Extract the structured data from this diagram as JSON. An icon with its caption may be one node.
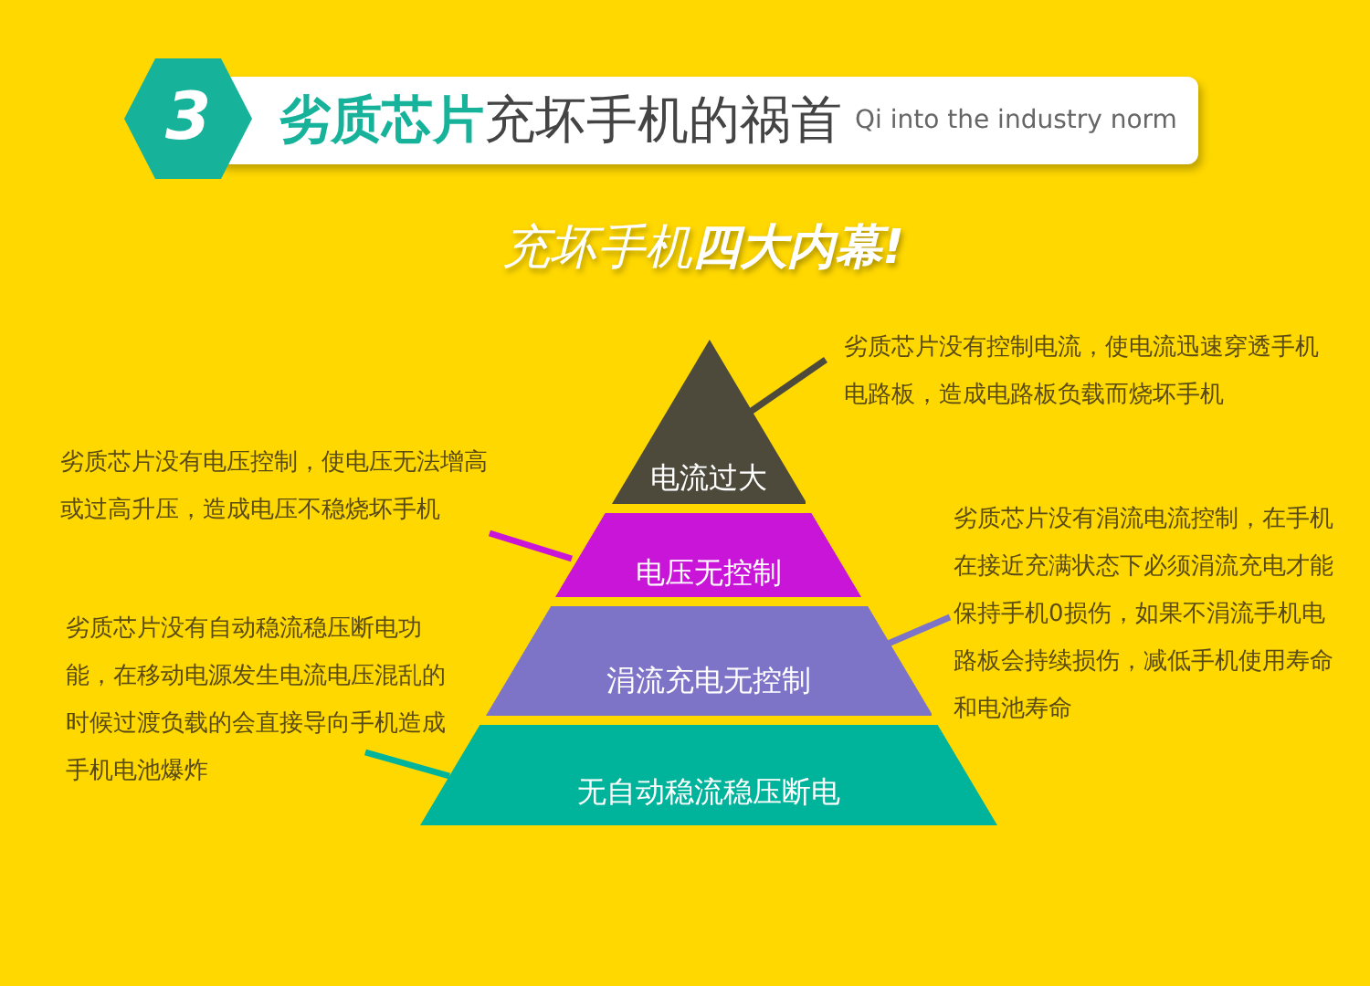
{
  "diagram": {
    "title": "**劣质芯片**充坏手机的祸首",
    "nodes": [
      {
        "text": [
          "3"
        ]
      },
      {
        "text": [
          "电流过大"
        ]
      },
      {
        "text": [
          "电压无控制"
        ]
      },
      {
        "text": [
          "涓流充电无控制"
        ]
      },
      {
        "text": [
          "无自动稳流稳压断电"
        ]
      },
      {
        "text": [
          "劣质芯片没有控制电流，使电流迅速穿透手机电路板，造成电路板负载而烧坏手机"
        ]
      },
      {
        "text": [
          "劣质芯片没有电压控制，使电压无法增高或过高升压，造成电压不稳烧坏手机"
        ]
      },
      {
        "text": [
          "劣质芯片没有涓流电流控制，在手机在接近充满状态下必须涓流充电才能保持手机0损伤，如果不涓流手机电路板会持续损伤，减低手机使用寿命和电池寿命"
        ]
      },
      {
        "text": [
          "劣质芯片没有自动稳流稳压断电功能，在移动电源发生电流电压混乱的时候过渡负载的会直接导向手机造成手机电池爆炸"
        ]
      }
    ],
    "edges": [
      {
        "from": 5,
        "to": 1,
        "arrow": "none",
        "color": "#4d4a3c"
      },
      {
        "from": 6,
        "to": 2,
        "arrow": "none",
        "color": "#c815d8"
      },
      {
        "from": 7,
        "to": 3,
        "arrow": "none",
        "color": "#7d74c8"
      },
      {
        "from": 8,
        "to": 4,
        "arrow": "none",
        "color": "#00b49c"
      }
    ],
    "labels": [
      "Qi into the industry norm",
      "充坏手机**四大内幕!**"
    ]
  }
}
